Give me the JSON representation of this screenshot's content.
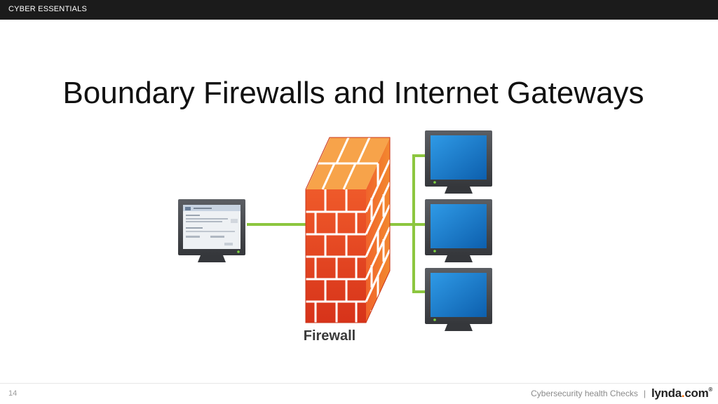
{
  "header": {
    "section_label": "CYBER ESSENTIALS"
  },
  "slide": {
    "title": "Boundary Firewalls and Internet Gateways"
  },
  "diagram": {
    "firewall_label": "Firewall",
    "colors": {
      "brick": "#e8431c",
      "mortar": "#ffffff",
      "cable": "#8cc63f",
      "screen": "#1a7fd0",
      "monitor_frame": "#4a4d52"
    },
    "icons": [
      "laptop-monitor-icon",
      "brick-firewall-icon",
      "desktop-monitor-icon"
    ]
  },
  "footer": {
    "page_number": "14",
    "caption": "Cybersecurity health Checks",
    "separator": "|",
    "brand_name": "lynda",
    "brand_dot": ".",
    "brand_suffix": "com",
    "brand_reg": "®"
  }
}
